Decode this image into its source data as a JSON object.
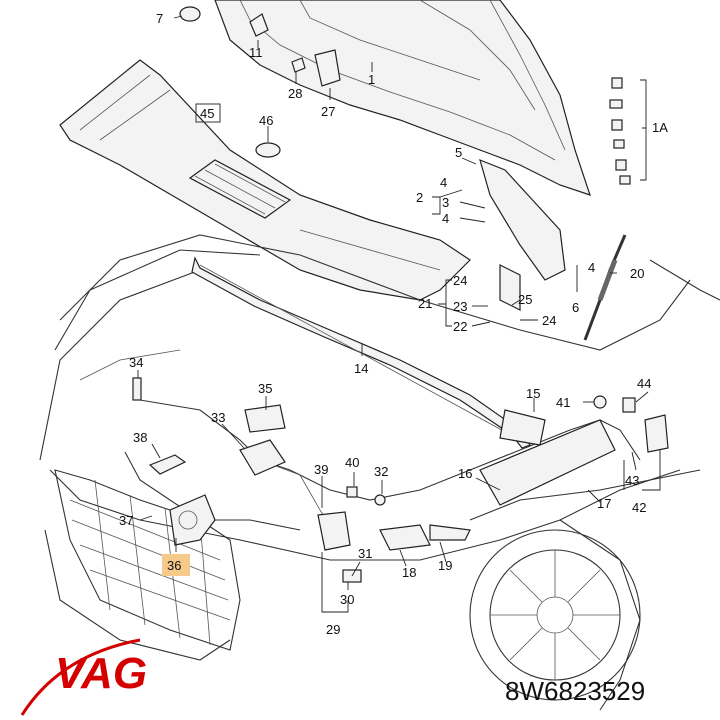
{
  "diagram": {
    "callouts": [
      {
        "id": "c1",
        "text": "1"
      },
      {
        "id": "c2",
        "text": "2"
      },
      {
        "id": "c4a",
        "text": "4"
      },
      {
        "id": "c3",
        "text": "3"
      },
      {
        "id": "c4b",
        "text": "4"
      },
      {
        "id": "c5",
        "text": "5"
      },
      {
        "id": "c6",
        "text": "6"
      },
      {
        "id": "c7",
        "text": "7"
      },
      {
        "id": "c11",
        "text": "11"
      },
      {
        "id": "c14",
        "text": "14"
      },
      {
        "id": "c15",
        "text": "15"
      },
      {
        "id": "c16",
        "text": "16"
      },
      {
        "id": "c17",
        "text": "17"
      },
      {
        "id": "c18",
        "text": "18"
      },
      {
        "id": "c19",
        "text": "19"
      },
      {
        "id": "c20",
        "text": "20"
      },
      {
        "id": "c21",
        "text": "21"
      },
      {
        "id": "c22",
        "text": "22"
      },
      {
        "id": "c23",
        "text": "23"
      },
      {
        "id": "c24a",
        "text": "24"
      },
      {
        "id": "c24b",
        "text": "24"
      },
      {
        "id": "c25",
        "text": "25"
      },
      {
        "id": "c27",
        "text": "27"
      },
      {
        "id": "c28",
        "text": "28"
      },
      {
        "id": "c29",
        "text": "29"
      },
      {
        "id": "c30",
        "text": "30"
      },
      {
        "id": "c31",
        "text": "31"
      },
      {
        "id": "c32",
        "text": "32"
      },
      {
        "id": "c33",
        "text": "33"
      },
      {
        "id": "c34",
        "text": "34"
      },
      {
        "id": "c35",
        "text": "35"
      },
      {
        "id": "c36",
        "text": "36"
      },
      {
        "id": "c37",
        "text": "37"
      },
      {
        "id": "c38",
        "text": "38"
      },
      {
        "id": "c39",
        "text": "39"
      },
      {
        "id": "c40",
        "text": "40"
      },
      {
        "id": "c41",
        "text": "41"
      },
      {
        "id": "c42",
        "text": "42"
      },
      {
        "id": "c43",
        "text": "43"
      },
      {
        "id": "c44",
        "text": "44"
      },
      {
        "id": "c45",
        "text": "45"
      },
      {
        "id": "c46",
        "text": "46"
      },
      {
        "id": "c1A",
        "text": "1A"
      }
    ],
    "highlight_color": "#f7c98a",
    "highlighted_callout": "36"
  },
  "logo": {
    "text": "VAG",
    "color": "#d40000"
  },
  "part_number": "8W6823529"
}
